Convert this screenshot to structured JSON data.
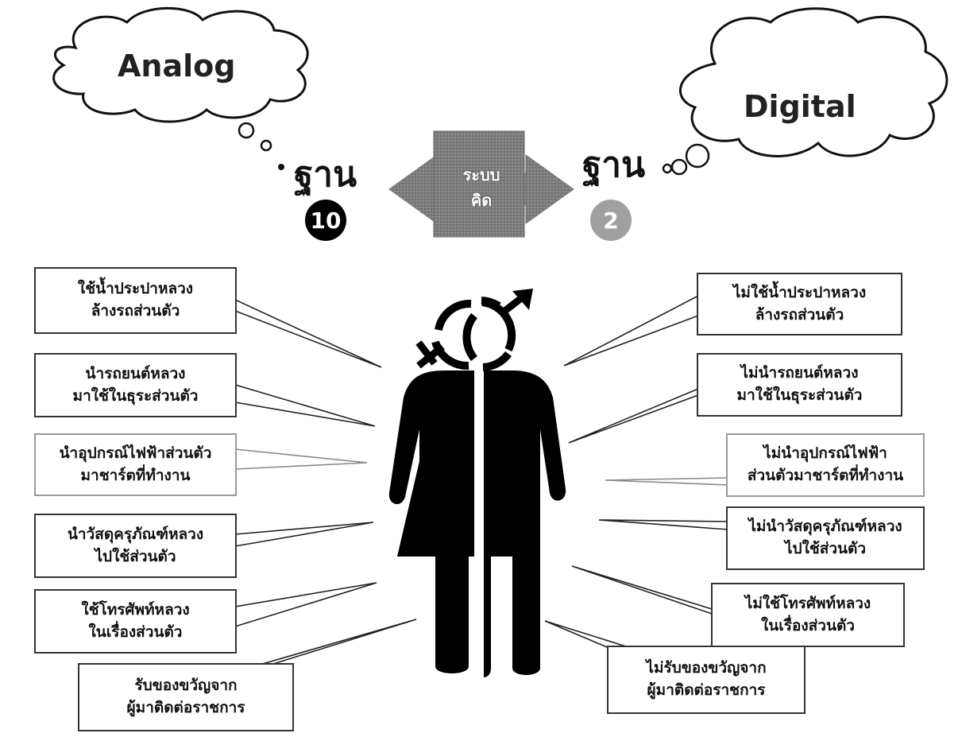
{
  "clouds": {
    "analog": "Analog",
    "digital": "Digital"
  },
  "bases": {
    "left_label": "ฐาน",
    "left_number": "10",
    "right_label": "ฐาน",
    "right_number": "2"
  },
  "center": {
    "line1": "ระบบ",
    "line2": "คิด"
  },
  "left_items": [
    "ใช้น้ำประปาหลวง\nล้างรถส่วนตัว",
    "นำรถยนต์หลวง\nมาใช้ในธุระส่วนตัว",
    "นำอุปกรณ์ไฟฟ้าส่วนตัว\nมาชาร์ตที่ทำงาน",
    "นำวัสดุครุภัณฑ์หลวง\nไปใช้ส่วนตัว",
    "ใช้โทรศัพท์หลวง\nในเรื่องส่วนตัว",
    "รับของขวัญจาก\nผู้มาติดต่อราชการ"
  ],
  "right_items": [
    "ไม่ใช้น้ำประปาหลวง\nล้างรถส่วนตัว",
    "ไม่นำรถยนต์หลวง\nมาใช้ในธุระส่วนตัว",
    "ไม่นำอุปกรณ์ไฟฟ้า\nส่วนตัวมาชาร์ตที่ทำงาน",
    "ไม่นำวัสดุครุภัณฑ์หลวง\nไปใช้ส่วนตัว",
    "ไม่ใช้โทรศัพท์หลวง\nในเรื่องส่วนตัว",
    "ไม่รับของขวัญจาก\nผู้มาติดต่อราชการ"
  ],
  "colors": {
    "center_box": "#7f7f7f",
    "arrow": "#8a8a8a",
    "figure": "#000000",
    "badge_left": "#000000",
    "badge_right": "#a0a0a0"
  }
}
